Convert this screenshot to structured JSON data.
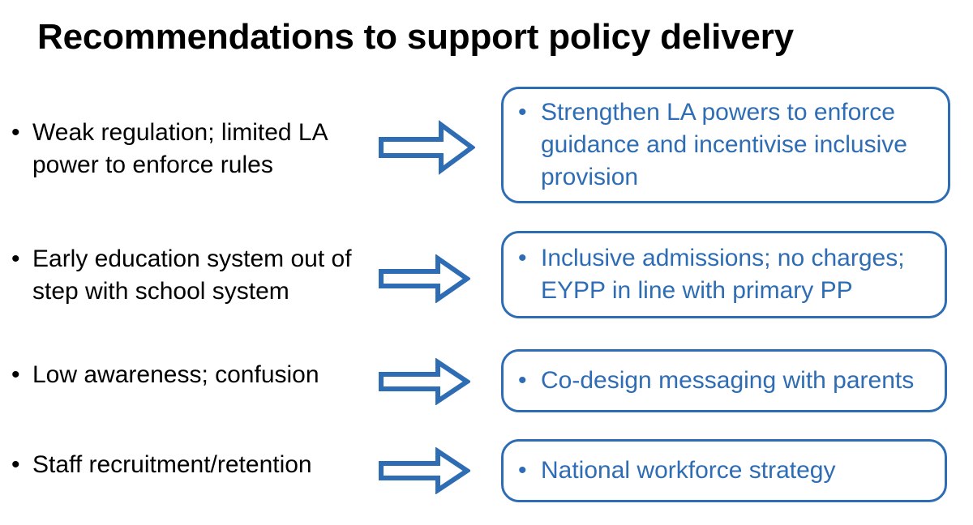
{
  "slide": {
    "title": "Recommendations to support policy delivery",
    "accent_color": "#2E6DB4",
    "text_color": "#000000",
    "background_color": "#FFFFFF"
  },
  "rows": [
    {
      "problem": "Weak regulation; limited LA power to enforce rules",
      "bullet_glyph": "•",
      "arrow": "right-block-arrow",
      "recommendation": "Strengthen LA powers to enforce guidance and incentivise inclusive provision",
      "recommendation_bullet": "•"
    },
    {
      "problem": "Early education system out of step with school system",
      "bullet_glyph": "•",
      "arrow": "right-block-arrow",
      "recommendation": "Inclusive admissions; no charges; EYPP in line with primary PP",
      "recommendation_bullet": "•"
    },
    {
      "problem": "Low awareness; confusion",
      "bullet_glyph": "•",
      "arrow": "right-block-arrow",
      "recommendation": "Co-design messaging with parents",
      "recommendation_bullet": "•"
    },
    {
      "problem": "Staff recruitment/retention",
      "bullet_glyph": "•",
      "arrow": "right-block-arrow",
      "recommendation": "National workforce strategy",
      "recommendation_bullet": "•"
    }
  ]
}
